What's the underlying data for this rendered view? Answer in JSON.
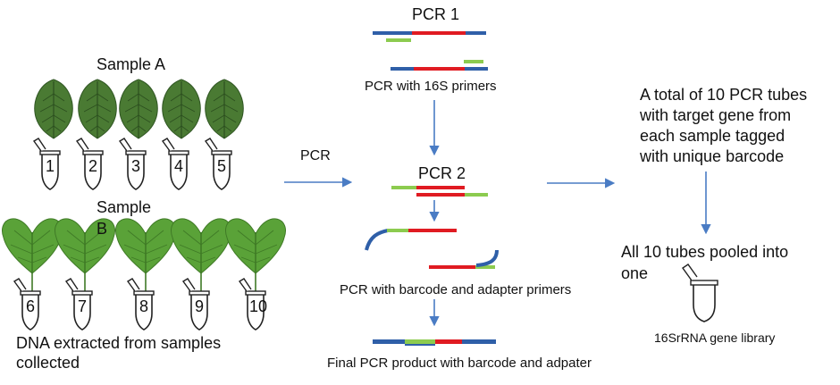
{
  "sample_a": {
    "title": "Sample A",
    "tube_labels": [
      "1",
      "2",
      "3",
      "4",
      "5"
    ]
  },
  "sample_b": {
    "title_line1": "Sample",
    "title_line2": "B",
    "tube_labels": [
      "6",
      "7",
      "8",
      "9",
      "10"
    ]
  },
  "dna_extracted": {
    "line1": "DNA extracted from samples",
    "line2": "collected"
  },
  "pcr_arrow_label": "PCR",
  "pcr1": {
    "title": "PCR 1",
    "caption": "PCR with 16S primers"
  },
  "pcr2": {
    "title": "PCR 2",
    "caption": "PCR with barcode and adapter primers"
  },
  "final_product": "Final PCR product with barcode and adpater",
  "right_panel": {
    "line1": "A total of 10 PCR tubes",
    "line2": "with target gene from",
    "line3": "each sample tagged",
    "line4": "with unique barcode",
    "pooled_line1": "All 10 tubes pooled into",
    "pooled_line2": "one",
    "library_caption": "16SrRNA gene library"
  },
  "colors": {
    "dna_blue": "#2f5fa8",
    "target_red": "#e01b22",
    "primer_green": "#8ccb4f",
    "arrow_blue": "#4a7cc4",
    "leaf_dark": "#3f6e2c",
    "leaf_light": "#5fa83a"
  }
}
